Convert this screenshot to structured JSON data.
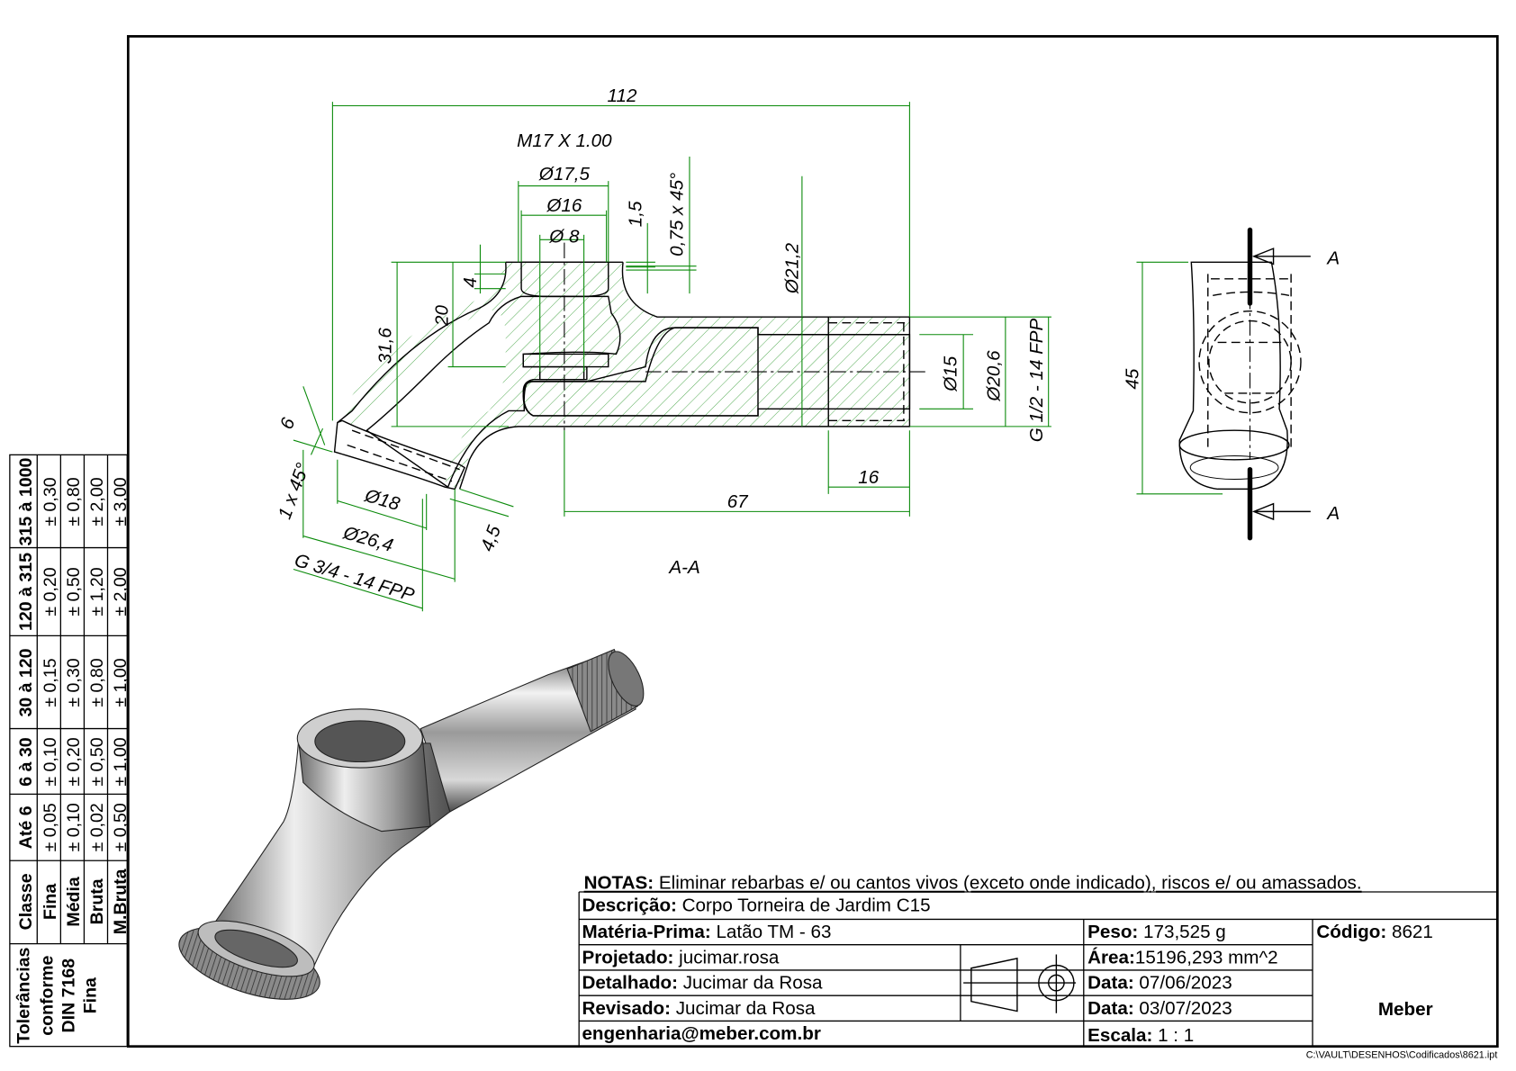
{
  "section_view": {
    "label": "A-A",
    "dims": {
      "overall_length": "112",
      "thread_top": "M17 X 1.00",
      "d_17_5": "Ø17,5",
      "d_16": "Ø16",
      "d_8": "Ø 8",
      "d_1_5": "1,5",
      "chamfer_top": "0,75 x 45°",
      "h_31_6": "31,6",
      "h_20": "20",
      "h_4": "4",
      "d_21_2": "Ø21,2",
      "d_15": "Ø15",
      "d_20_6": "Ø20,6",
      "thread_right": "G 1/2 - 14 FPP",
      "len_16": "16",
      "len_67": "67",
      "spout_6": "6",
      "spout_chamfer": "1 x 45°",
      "spout_d18": "Ø18",
      "spout_d26_4": "Ø26,4",
      "spout_thread": "G 3/4 - 14 FPP",
      "spout_4_5": "4,5"
    }
  },
  "side_view": {
    "height_dim": "45",
    "section_mark_top": "A",
    "section_mark_bottom": "A"
  },
  "tolerance_table": {
    "title_lines": [
      "Tolerâncias",
      "conforme",
      "DIN 7168",
      "Fina"
    ],
    "header": [
      "Classe",
      "Até 6",
      "6 à 30",
      "30 à 120",
      "120 à 315",
      "315 à 1000"
    ],
    "rows": [
      [
        "Fina",
        "± 0,05",
        "± 0,10",
        "± 0,15",
        "± 0,20",
        "± 0,30"
      ],
      [
        "Média",
        "± 0,10",
        "± 0,20",
        "± 0,30",
        "± 0,50",
        "± 0,80"
      ],
      [
        "Bruta",
        "± 0,02",
        "± 0,50",
        "± 0,80",
        "± 1,20",
        "± 2,00"
      ],
      [
        "M.Bruta",
        "± 0,50",
        "± 1,00",
        "± 1,00",
        "± 2,00",
        "± 3,00"
      ]
    ]
  },
  "title_block": {
    "notes_label": "NOTAS:",
    "notes": " Eliminar rebarbas e/ ou cantos vivos (exceto onde indicado), riscos e/ ou amassados.",
    "descricao_label": "Descrição:",
    "descricao": " Corpo Torneira de Jardim C15",
    "materia_label": "Matéria-Prima:",
    "materia": " Latão TM - 63",
    "projetado_label": "Projetado:",
    "projetado": " jucimar.rosa",
    "detalhado_label": "Detalhado:",
    "detalhado": " Jucimar da Rosa",
    "revisado_label": "Revisado:",
    "revisado": " Jucimar da Rosa",
    "email": "engenharia@meber.com.br",
    "peso_label": "Peso:",
    "peso": " 173,525 g",
    "area_label": "Área:",
    "area": "15196,293 mm^2",
    "data1_label": "Data:",
    "data1": " 07/06/2023",
    "data2_label": "Data:",
    "data2": " 03/07/2023",
    "escala_label": "Escala:",
    "escala": " 1 : 1",
    "codigo_label": "Código:",
    "codigo": " 8621",
    "logo": "Meber"
  },
  "file_path": "C:\\VAULT\\DESENHOS\\Codificados\\8621.ipt",
  "colors": {
    "dimension": "#0a8a0a",
    "line": "#000000"
  }
}
